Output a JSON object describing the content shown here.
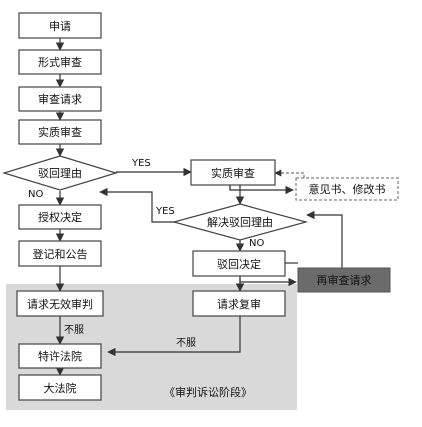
{
  "nodes": {
    "apply": "申请",
    "formal_review": "形式审查",
    "review_request": "审查请求",
    "substantive_review_1": "实质审查",
    "reject_reason": "驳回理由",
    "substantive_review_2": "实质审查",
    "opinion_amend": "意见书、修改书",
    "resolve_reject": "解决驳回理由",
    "grant_decision": "授权决定",
    "register_announce": "登记和公告",
    "reject_decision": "驳回决定",
    "re_examination_request": "再审查请求",
    "invalid_trial_request": "请求无效审判",
    "review_trial_request": "请求复审",
    "ip_high_court": "特许法院",
    "supreme_court": "大法院"
  },
  "labels": {
    "yes_1": "YES",
    "no_1": "NO",
    "yes_2": "YES",
    "no_2": "NO",
    "dissatisfied_1": "不服",
    "dissatisfied_2": "不服",
    "stage_caption": "《审判诉讼阶段》"
  },
  "colors": {
    "stage_bg": "#d9d9d9",
    "dark_box": "#6b6b6b",
    "line": "#333333"
  }
}
